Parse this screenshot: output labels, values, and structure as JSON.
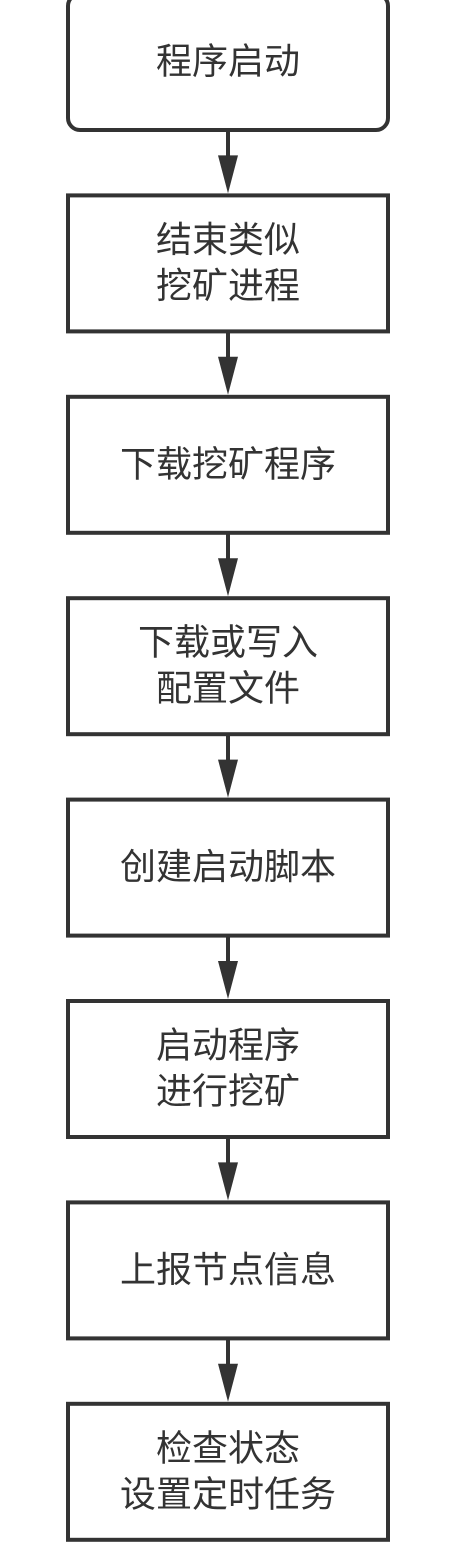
{
  "flowchart": {
    "steps": [
      {
        "lines": [
          "程序启动"
        ]
      },
      {
        "lines": [
          "结束类似",
          "挖矿进程"
        ]
      },
      {
        "lines": [
          "下载挖矿程序"
        ]
      },
      {
        "lines": [
          "下载或写入",
          "配置文件"
        ]
      },
      {
        "lines": [
          "创建启动脚本"
        ]
      },
      {
        "lines": [
          "启动程序",
          "进行挖矿"
        ]
      },
      {
        "lines": [
          "上报节点信息"
        ]
      },
      {
        "lines": [
          "检查状态",
          "设置定时任务"
        ]
      }
    ],
    "colors": {
      "stroke": "#333333",
      "text": "#333333",
      "fill": "#ffffff"
    }
  }
}
